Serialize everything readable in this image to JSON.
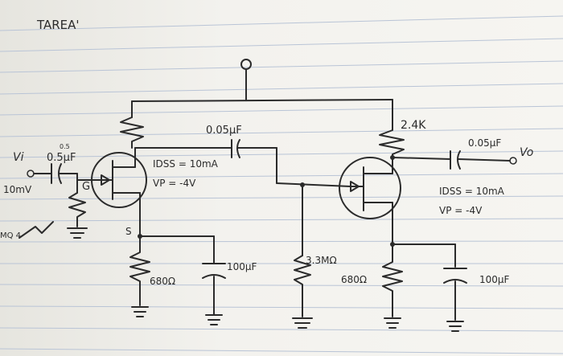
{
  "title": "TAREA'",
  "source": {
    "name": "Vi",
    "amplitude": "10mV",
    "extra": "MQ 4"
  },
  "input_cap": "0.5µF",
  "input_cap_alt": "0.5",
  "gate_mark": "G",
  "source_mark": "S",
  "coupling_cap": "0.05µF",
  "drain_resistor_q2": "2.4K",
  "output_cap": "0.05µF",
  "output_label": "Vo",
  "q1": {
    "idss": "IDSS = 10mA",
    "vp": "VP = -4V"
  },
  "q2": {
    "idss": "IDSS = 10mA",
    "vp": "VP = -4V"
  },
  "source_resistor_q1": "680Ω",
  "bypass_cap_q1": "100µF",
  "gate_resistor_q2": "3.3MΩ",
  "source_resistor_q2": "680Ω",
  "bypass_cap_q2": "100µF"
}
